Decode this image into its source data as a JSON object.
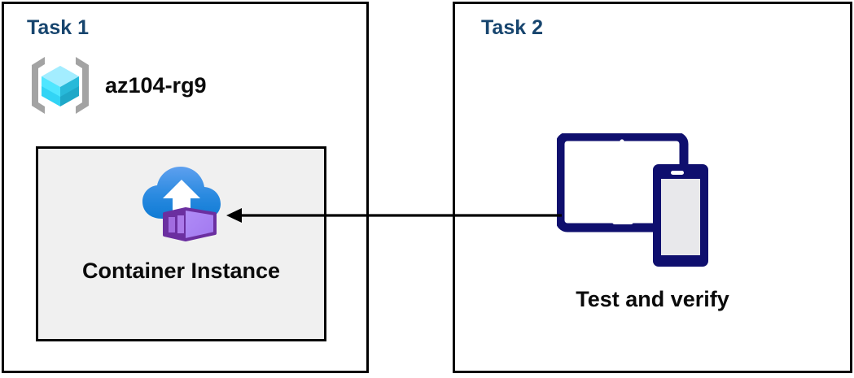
{
  "diagram": {
    "panels": [
      {
        "id": "task1",
        "title": "Task 1",
        "resource_group": {
          "icon": "azure-resource-group-icon",
          "label": "az104-rg9"
        },
        "resource": {
          "icon": "azure-container-instance-icon",
          "label": "Container Instance"
        }
      },
      {
        "id": "task2",
        "title": "Task 2",
        "resource": {
          "icon": "devices-tablet-phone-icon",
          "label": "Test and verify"
        }
      }
    ],
    "connector": {
      "name": "arrow-task2-to-container-instance",
      "direction": "right-to-left",
      "arrowhead": "left"
    },
    "colors": {
      "title": "#17456e",
      "label": "#0a0a0a",
      "panel_border": "#000000",
      "resource_box_fill": "#f0f0f0",
      "device_navy": "#0f0f6e",
      "cube_cyan": "#50e6ff",
      "bracket_gray": "#a3a3a3",
      "cloud_blue": "#0078d4",
      "container_purple": "#a67af4"
    }
  }
}
